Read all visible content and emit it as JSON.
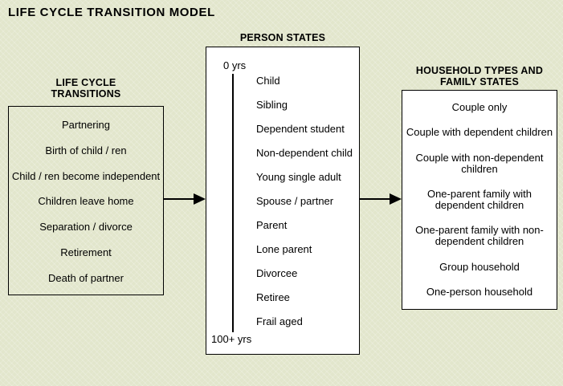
{
  "title": "LIFE CYCLE TRANSITION MODEL",
  "colors": {
    "background": "#E2E6CC",
    "box_fill": "#FFFFFF",
    "border": "#000000",
    "text": "#000000"
  },
  "left_panel": {
    "heading_line1": "LIFE CYCLE",
    "heading_line2": "TRANSITIONS",
    "items": [
      "Partnering",
      "Birth of child / ren",
      "Child / ren become independent",
      "Children leave home",
      "Separation / divorce",
      "Retirement",
      "Death of partner"
    ]
  },
  "center_panel": {
    "heading": "PERSON STATES",
    "age_top_label": "0 yrs",
    "age_bottom_label": "100+ yrs",
    "items": [
      "Child",
      "Sibling",
      "Dependent student",
      "Non-dependent child",
      "Young single adult",
      "Spouse / partner",
      "Parent",
      "Lone parent",
      "Divorcee",
      "Retiree",
      "Frail aged"
    ]
  },
  "right_panel": {
    "heading_line1": "HOUSEHOLD TYPES AND",
    "heading_line2": "FAMILY STATES",
    "items": [
      "Couple only",
      "Couple with dependent children",
      "Couple with non-dependent children",
      "One-parent family with dependent children",
      "One-parent family with non-dependent children",
      "Group household",
      "One-person household"
    ]
  }
}
